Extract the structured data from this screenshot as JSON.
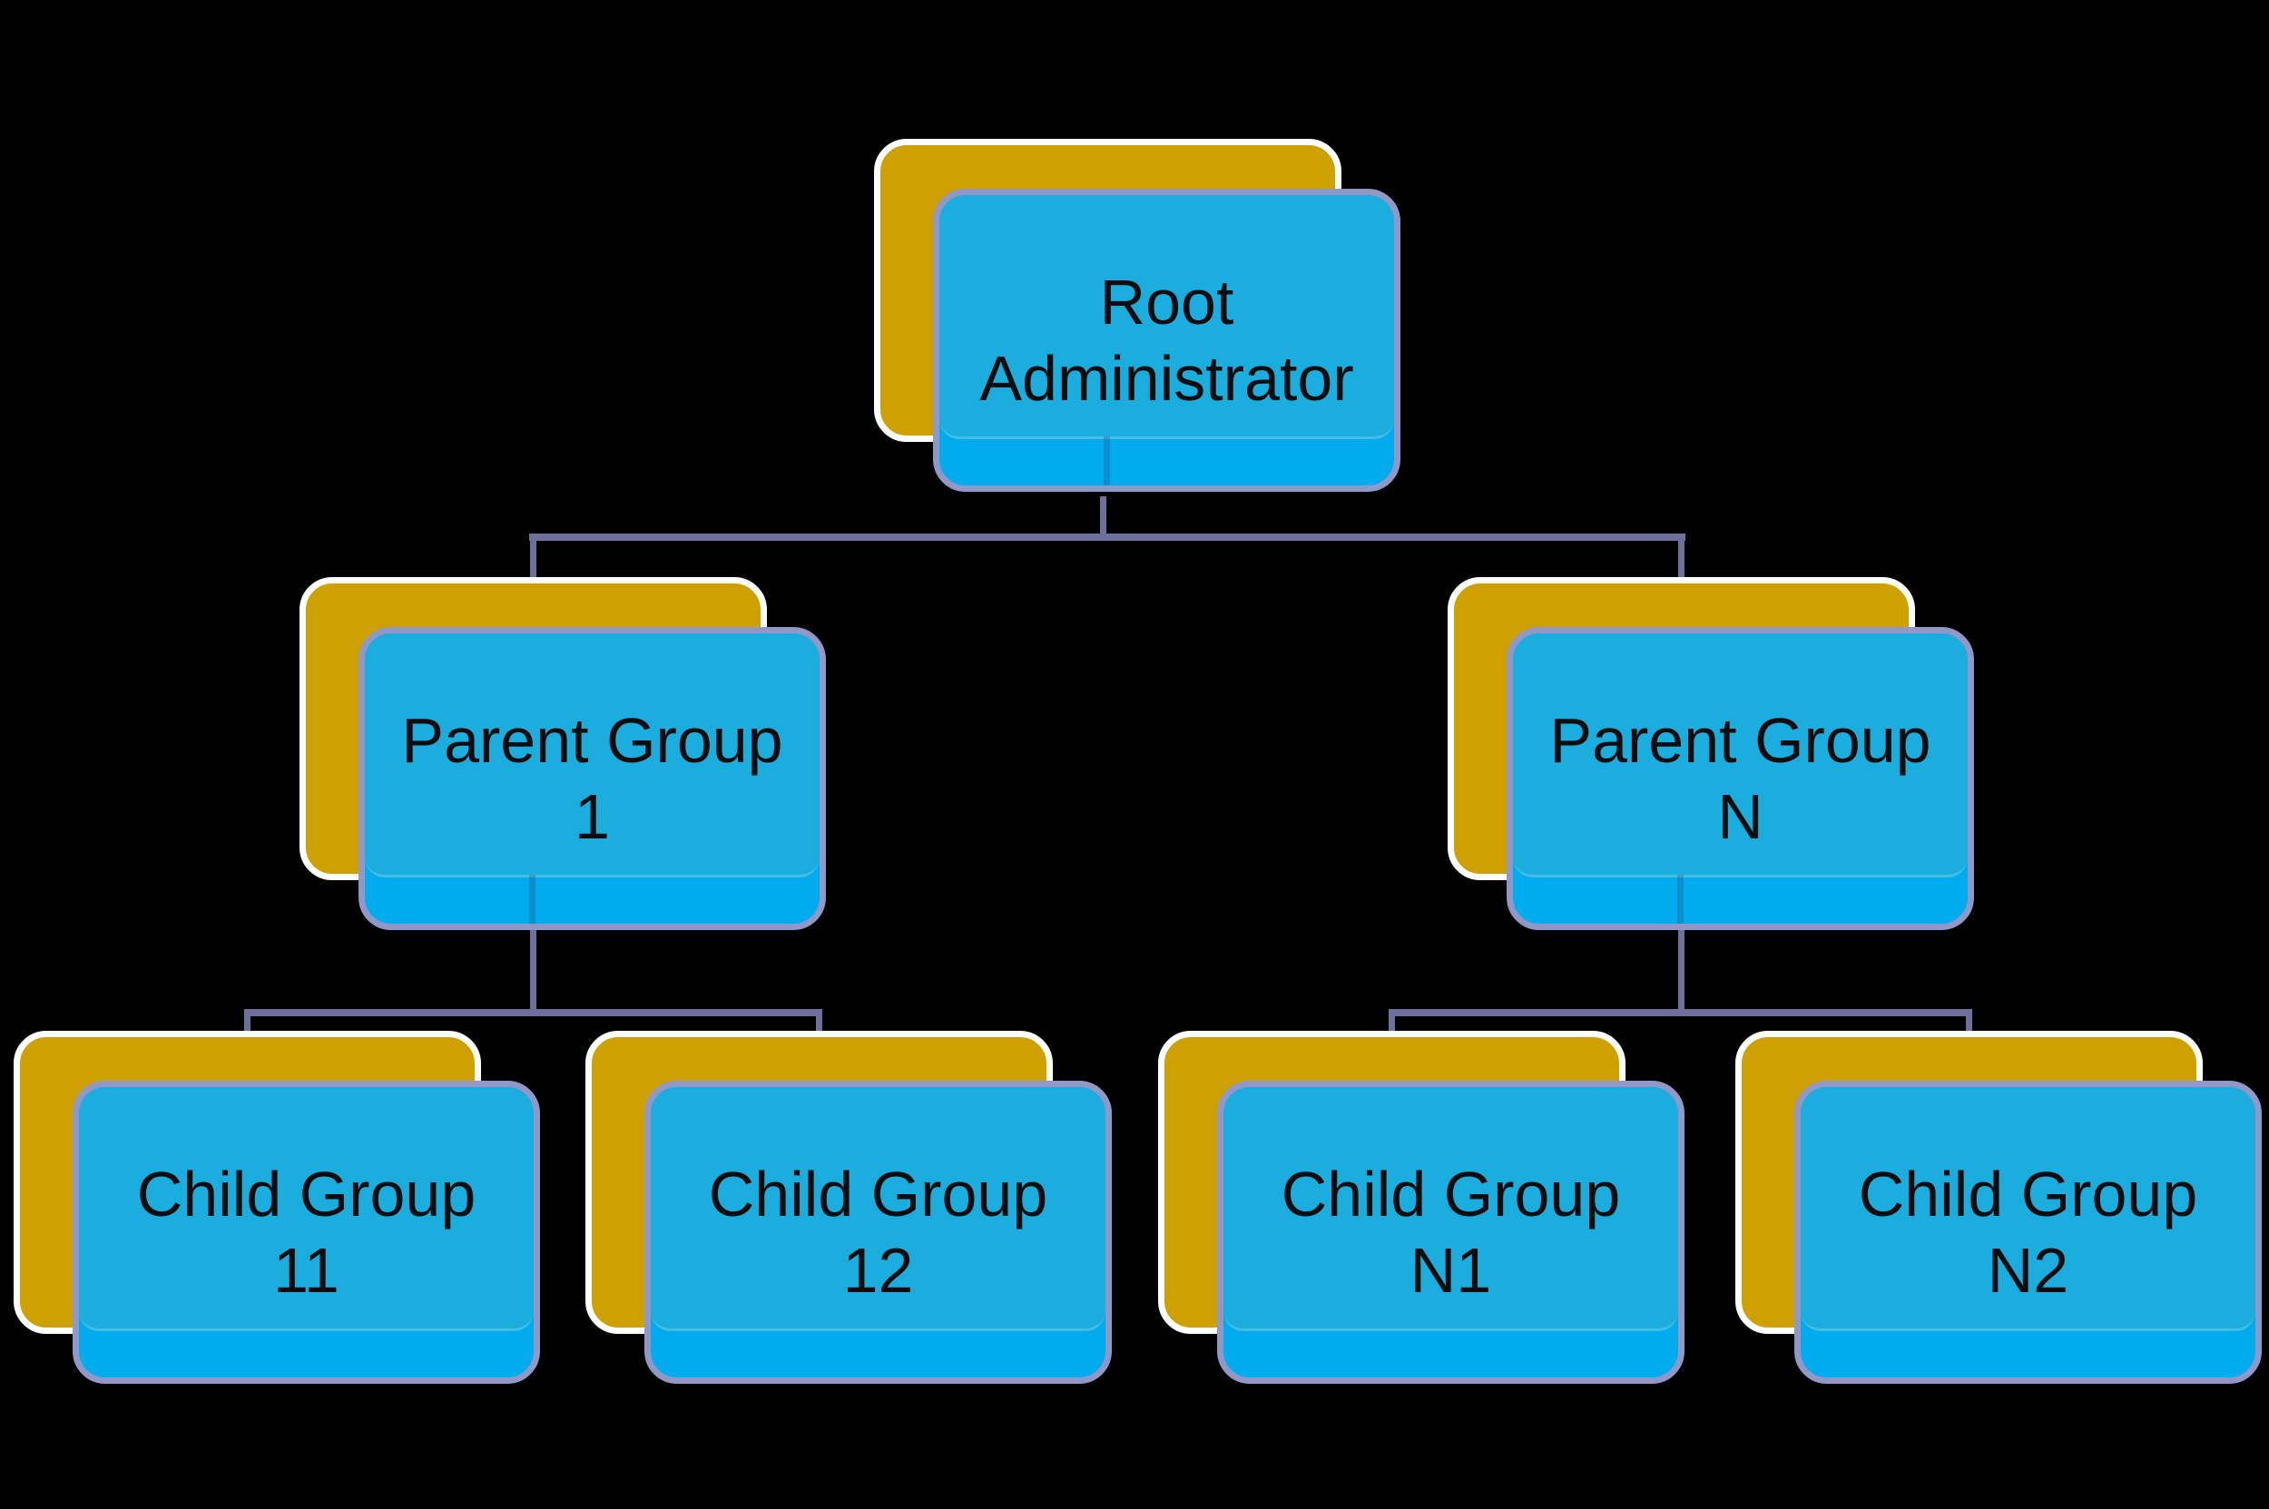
{
  "diagram": {
    "type": "org-chart",
    "background": "#000000",
    "levels": 3
  },
  "colors": {
    "node_back_plate": "#CFA002",
    "node_back_border": "#FFFFFF",
    "node_front_plate": "#00ACEE",
    "node_front_gloss": "#1AADDD",
    "node_front_border": "#9098C7",
    "connector": "#6F6F9B",
    "text": "#0D0D0F"
  },
  "nodes": {
    "root": {
      "line1": "Root",
      "line2": "Administrator"
    },
    "parent1": {
      "line1": "Parent Group",
      "line2": "1"
    },
    "parentN": {
      "line1": "Parent Group",
      "line2": "N"
    },
    "child11": {
      "line1": "Child Group",
      "line2": "11"
    },
    "child12": {
      "line1": "Child Group",
      "line2": "12"
    },
    "childN1": {
      "line1": "Child Group",
      "line2": "N1"
    },
    "childN2": {
      "line1": "Child Group",
      "line2": "N2"
    }
  },
  "edges": [
    {
      "from": "root",
      "to": "parent1"
    },
    {
      "from": "root",
      "to": "parentN"
    },
    {
      "from": "parent1",
      "to": "child11"
    },
    {
      "from": "parent1",
      "to": "child12"
    },
    {
      "from": "parentN",
      "to": "childN1"
    },
    {
      "from": "parentN",
      "to": "childN2"
    }
  ]
}
